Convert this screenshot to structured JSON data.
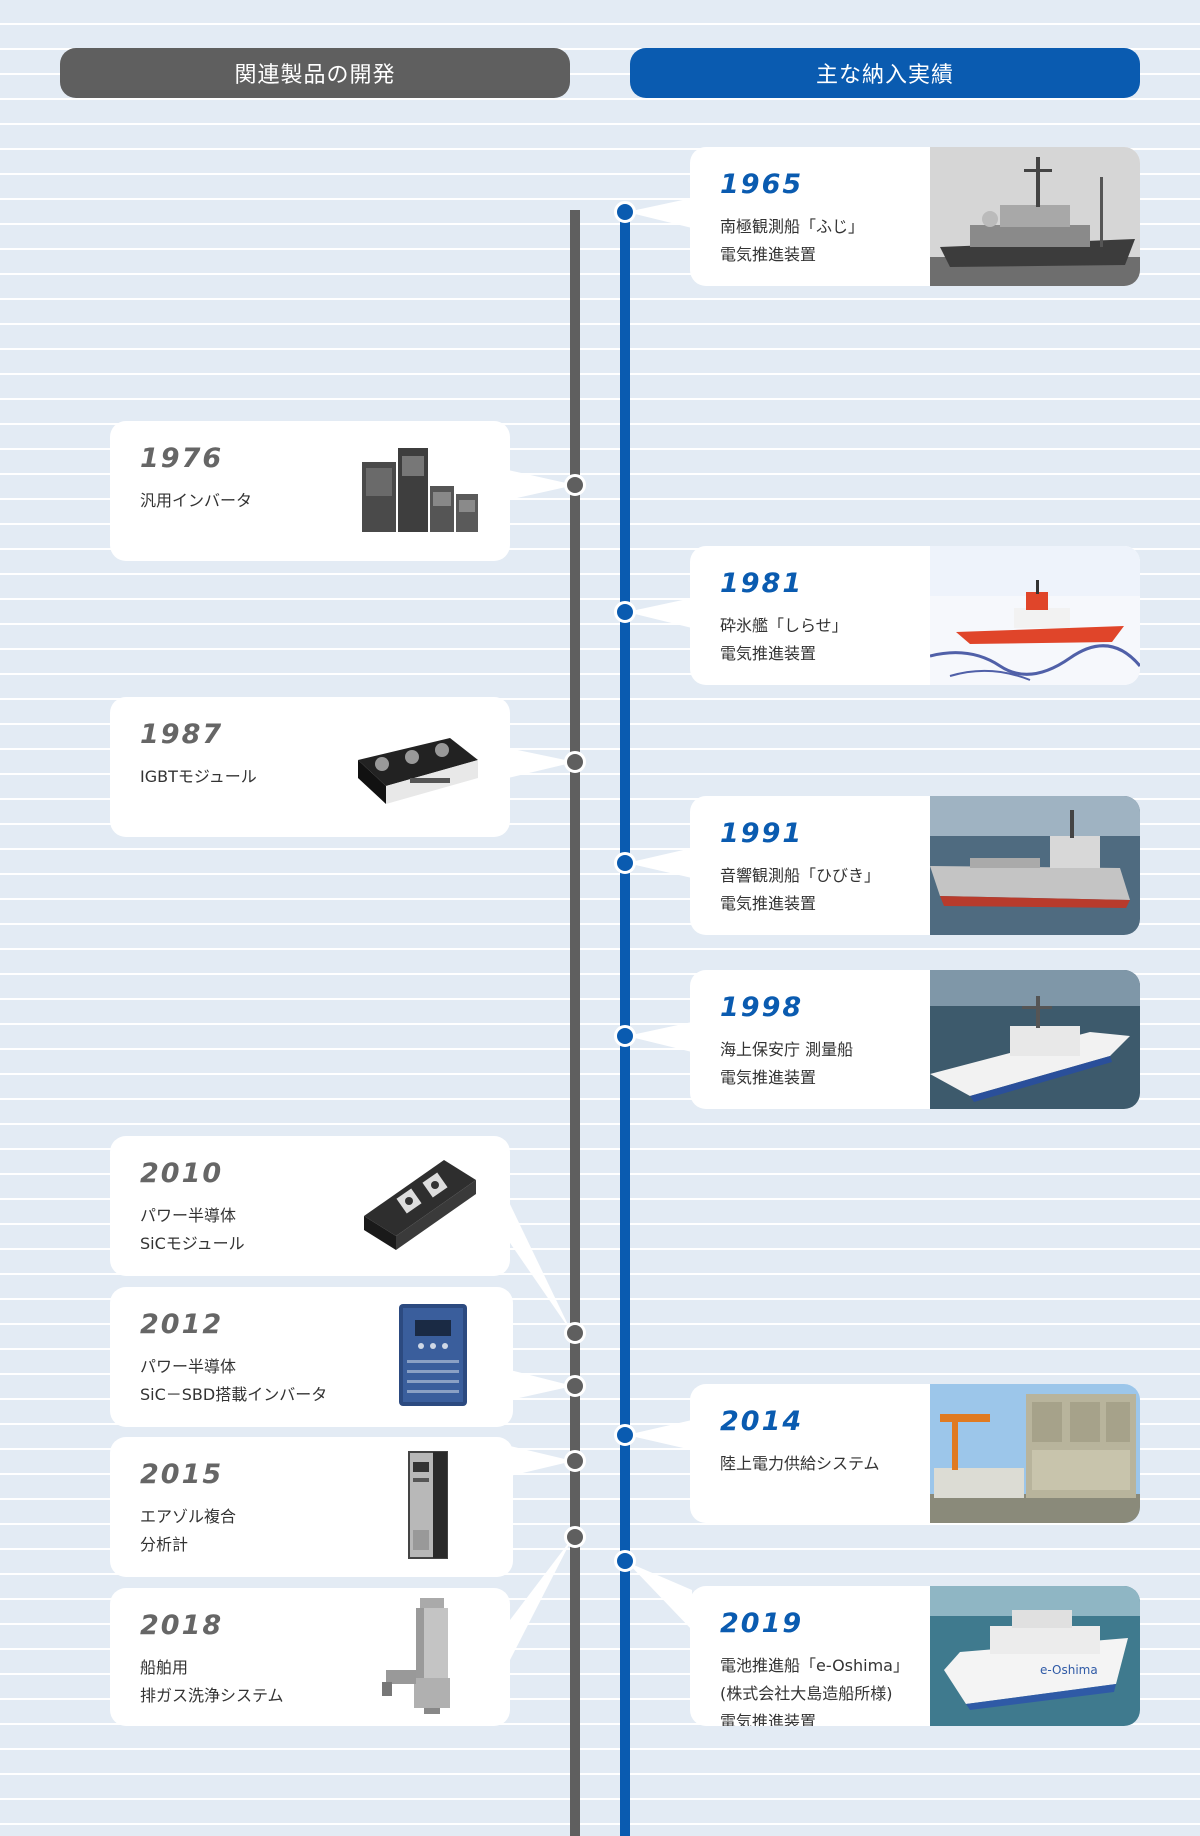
{
  "headers": {
    "left": "関連製品の開発",
    "right": "主な納入実績"
  },
  "left_items": [
    {
      "year": "1976",
      "lines": [
        "汎用インバータ"
      ],
      "product_icon": "inverter-units-icon"
    },
    {
      "year": "1987",
      "lines": [
        "IGBTモジュール"
      ],
      "product_icon": "igbt-module-icon"
    },
    {
      "year": "2010",
      "lines": [
        "パワー半導体",
        "SiCモジュール"
      ],
      "product_icon": "sic-module-icon"
    },
    {
      "year": "2012",
      "lines": [
        "パワー半導体",
        "SiC－SBD搭載インバータ"
      ],
      "product_icon": "blue-inverter-icon"
    },
    {
      "year": "2015",
      "lines": [
        "エアゾル複合",
        "分析計"
      ],
      "product_icon": "analyzer-cabinet-icon"
    },
    {
      "year": "2018",
      "lines": [
        "船舶用",
        "排ガス洗浄システム"
      ],
      "product_icon": "scrubber-icon"
    }
  ],
  "right_items": [
    {
      "year": "1965",
      "lines": [
        "南極観測船「ふじ」",
        "電気推進装置"
      ],
      "photo_icon": "ship-fuji-photo"
    },
    {
      "year": "1981",
      "lines": [
        "砕氷艦「しらせ」",
        "電気推進装置"
      ],
      "photo_icon": "icebreaker-shirase-photo"
    },
    {
      "year": "1991",
      "lines": [
        "音響観測船「ひびき」",
        "電気推進装置"
      ],
      "photo_icon": "ship-hibiki-photo"
    },
    {
      "year": "1998",
      "lines": [
        "海上保安庁 測量船",
        "電気推進装置"
      ],
      "photo_icon": "survey-ship-photo"
    },
    {
      "year": "2014",
      "lines": [
        "陸上電力供給システム"
      ],
      "photo_icon": "power-facility-photo"
    },
    {
      "year": "2019",
      "lines": [
        "電池推進船「e-Oshima」",
        "(株式会社大島造船所様)",
        "電気推進装置"
      ],
      "photo_icon": "ferry-eoshima-photo",
      "photo_label": "e-Oshima"
    }
  ],
  "colors": {
    "gray": "#5f5f5f",
    "blue": "#0a5bb0",
    "background": "#e3ebf4"
  }
}
